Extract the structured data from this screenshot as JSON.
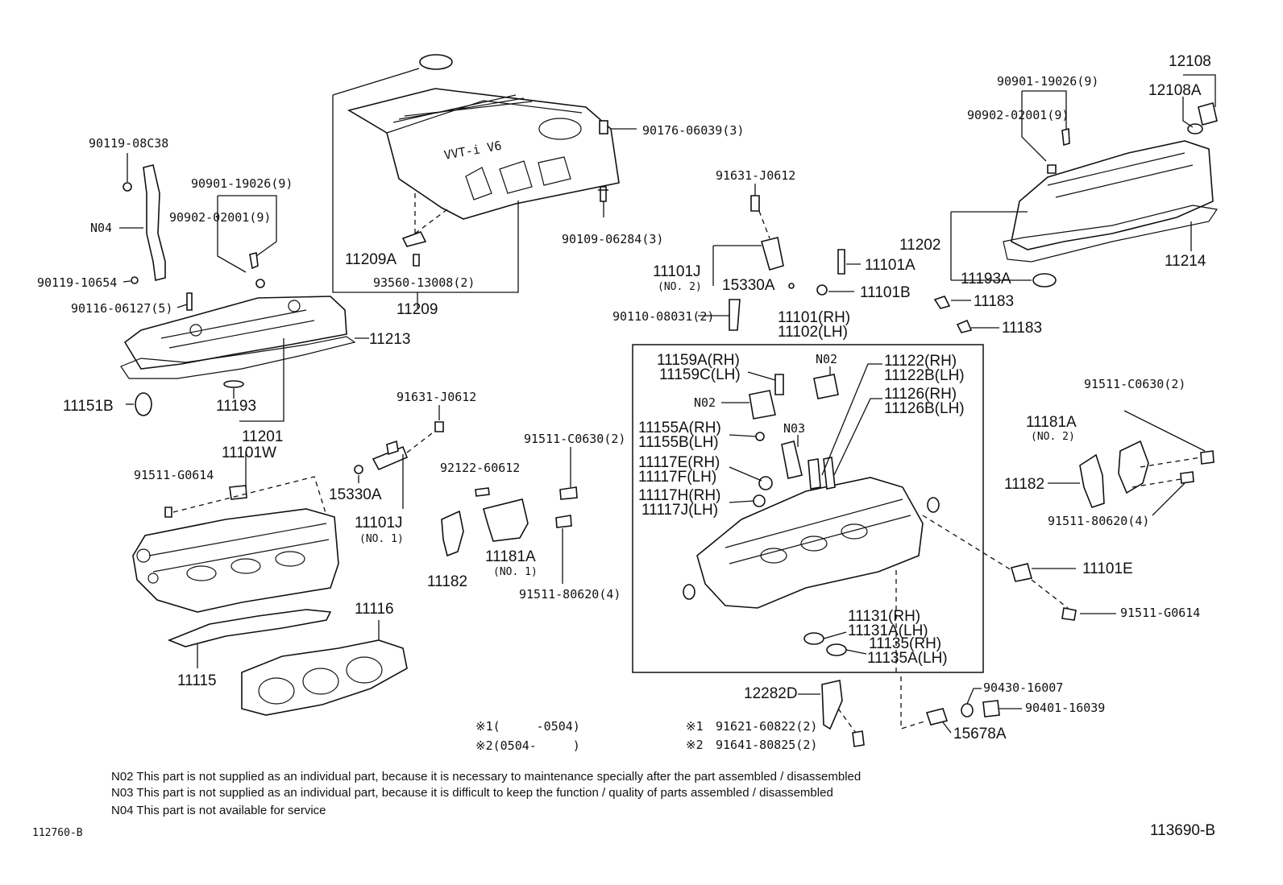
{
  "labels": {
    "p90119_08c38": "90119-08C38",
    "n04": "N04",
    "p90119_10654": "90119-10654",
    "p90116_06127": "90116-06127(5)",
    "p90901_19026_l": "90901-19026(9)",
    "p90902_02001_l": "90902-02001(9)",
    "p11213": "11213",
    "p11151b": "11151B",
    "p11193": "11193",
    "p11201": "11201",
    "p11209a": "11209A",
    "p93560": "93560-13008(2)",
    "p11209": "11209",
    "p90176": "90176-06039(3)",
    "p90109": "90109-06284(3)",
    "p91631_top": "91631-J0612",
    "p11101j_no2": "11101J",
    "no2_a": "(NO. 2)",
    "p15330a_top": "15330A",
    "p11101a": "11101A",
    "p11101b": "11101B",
    "p90110": "90110-08031(2)",
    "p11101_rh": "11101(RH)",
    "p11102_lh": "11102(LH)",
    "p90901_19026_r": "90901-19026(9)",
    "p90902_02001_r": "90902-02001(9)",
    "p12108": "12108",
    "p12108a": "12108A",
    "p11202": "11202",
    "p11214": "11214",
    "p11193a": "11193A",
    "p11183_a": "11183",
    "p11183_b": "11183",
    "p11101w": "11101W",
    "p91631_mid": "91631-J0612",
    "p91511_g0614_l": "91511-G0614",
    "p15330a_mid": "15330A",
    "p11101j_no1": "11101J",
    "no1_a": "(NO. 1)",
    "p91511_c0630_m": "91511-C0630(2)",
    "p92122": "92122-60612",
    "p11182_l": "11182",
    "p11181a_no1": "11181A",
    "no1_b": "(NO. 1)",
    "p91511_80620_m": "91511-80620(4)",
    "p11116": "11116",
    "p11115": "11115",
    "p11159a": "11159A(RH)",
    "p11159c": "11159C(LH)",
    "n02_a": "N02",
    "n02_b": "N02",
    "n03": "N03",
    "p11122_rh": "11122(RH)",
    "p11122b_lh": "11122B(LH)",
    "p11126_rh": "11126(RH)",
    "p11126b_lh": "11126B(LH)",
    "p11155a": "11155A(RH)",
    "p11155b": "11155B(LH)",
    "p11117e": "11117E(RH)",
    "p11117f": "11117F(LH)",
    "p11117h": "11117H(RH)",
    "p11117j": "11117J(LH)",
    "p11131_rh": "11131(RH)",
    "p11131a_lh": "11131A(LH)",
    "p11135_rh": "11135(RH)",
    "p11135a_lh": "11135A(LH)",
    "p91511_c0630_r": "91511-C0630(2)",
    "p11181a_no2": "11181A",
    "no2_b": "(NO. 2)",
    "p11182_r": "11182",
    "p91511_80620_r": "91511-80620(4)",
    "p11101e": "11101E",
    "p91511_g0614_r": "91511-G0614",
    "p12282d": "12282D",
    "p90430": "90430-16007",
    "p90401": "90401-16039",
    "p15678a": "15678A",
    "legend1": "※1(　　　-0504)",
    "legend2": "※2(0504-　　　)",
    "mark1": "※1",
    "mark2": "※2",
    "p91621": "91621-60822(2)",
    "p91641": "91641-80825(2)"
  },
  "notes": {
    "n02": "N02 This part is not supplied as an individual part, because it is necessary to maintenance specially after the part assembled / disassembled",
    "n03": "N03 This part is not supplied as an individual part, because it is difficult to keep the function / quality of parts  assembled / disassembled",
    "n04": "N04 This part is not available for service"
  },
  "footer": {
    "left_code": "112760-B",
    "right_code": "113690-B"
  },
  "cover_text": "VVT-i V6"
}
